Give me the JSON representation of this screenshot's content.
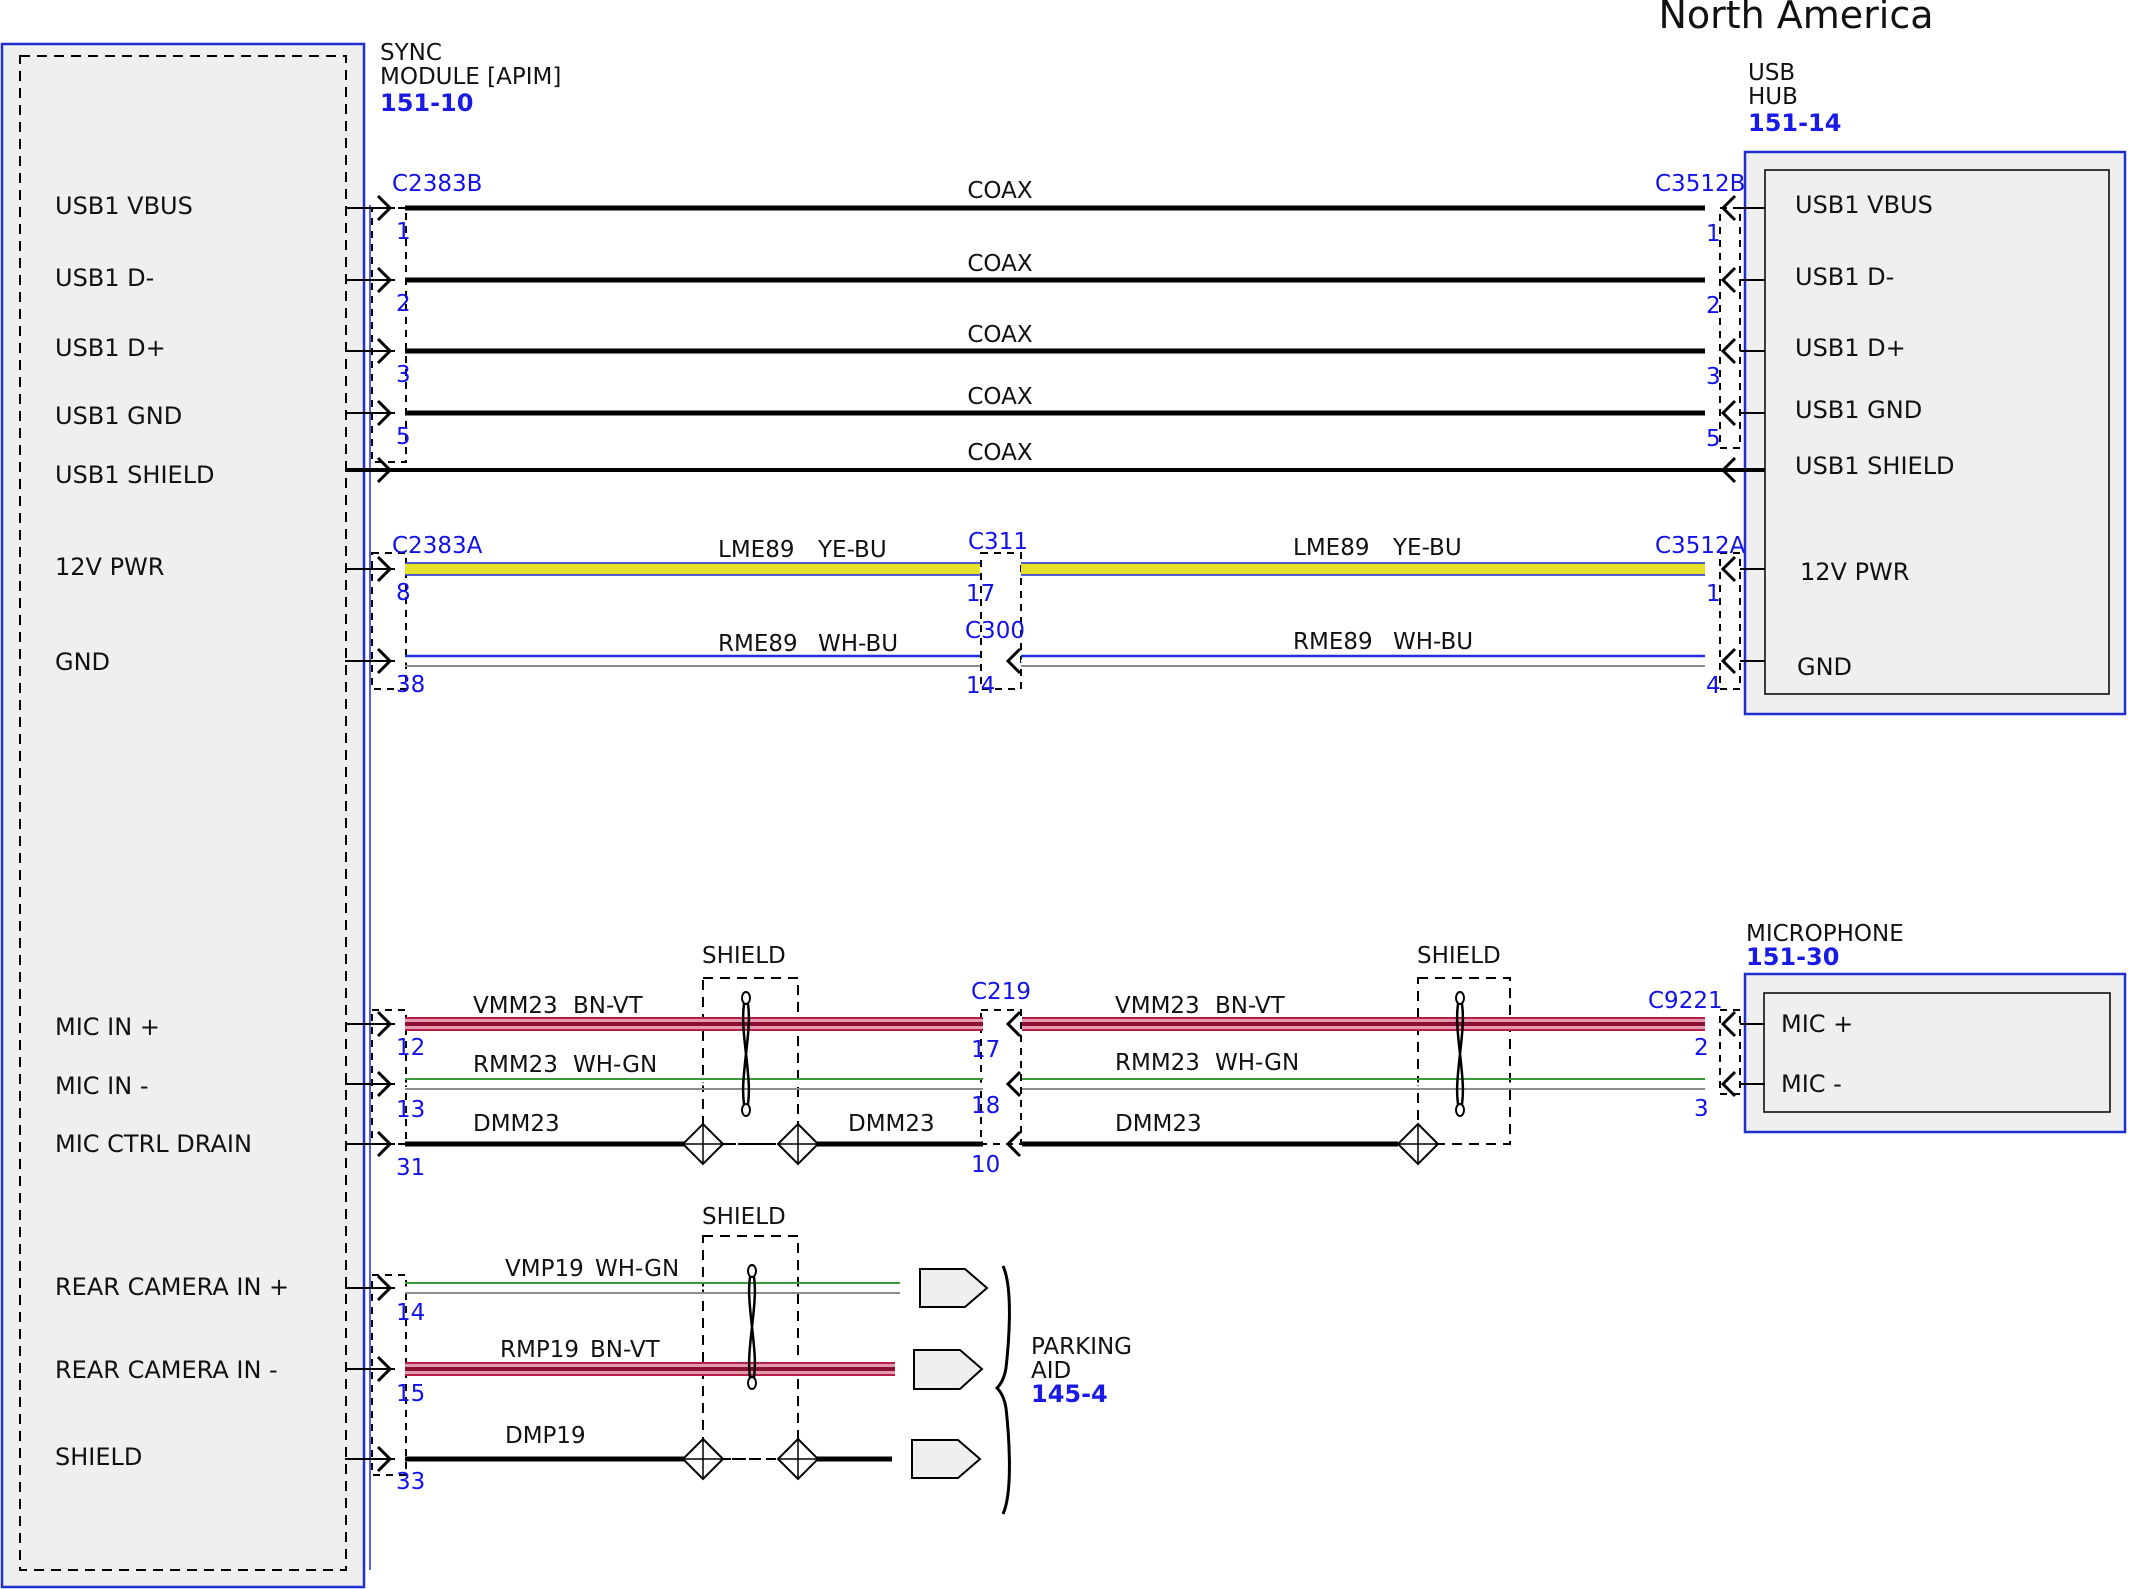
{
  "region": "North America",
  "modules": {
    "sync": {
      "name": "SYNC\nMODULE [APIM]",
      "ref": "151-10"
    },
    "usb_hub": {
      "name": "USB\nHUB",
      "ref": "151-14"
    },
    "microphone": {
      "name": "MICROPHONE",
      "ref": "151-30"
    },
    "parking_aid": {
      "name": "PARKING\nAID",
      "ref": "145-4"
    }
  },
  "connectors": {
    "sync_b": "C2383B",
    "sync_a": "C2383A",
    "hub_b": "C3512B",
    "hub_a": "C3512A",
    "inline_pwr": "C311",
    "inline_gnd": "C300",
    "inline_mic": "C219",
    "mic": "C9221"
  },
  "sync_pins": [
    "USB1 VBUS",
    "USB1 D-",
    "USB1 D+",
    "USB1 GND",
    "USB1 SHIELD",
    "12V PWR",
    "GND",
    "MIC IN +",
    "MIC IN -",
    "MIC CTRL DRAIN",
    "REAR CAMERA IN +",
    "REAR CAMERA IN -",
    "SHIELD"
  ],
  "hub_pins": [
    "USB1 VBUS",
    "USB1 D-",
    "USB1 D+",
    "USB1 GND",
    "USB1 SHIELD",
    "12V PWR",
    "GND"
  ],
  "mic_pins": [
    "MIC +",
    "MIC -"
  ],
  "wires": {
    "coax": "COAX",
    "pwr": {
      "circuit": "LME89",
      "color": "YE-BU"
    },
    "gnd": {
      "circuit": "RME89",
      "color": "WH-BU"
    },
    "mic_plus": {
      "circuit": "VMM23",
      "color": "BN-VT"
    },
    "mic_minus": {
      "circuit": "RMM23",
      "color": "WH-GN"
    },
    "mic_drain": {
      "circuit": "DMM23"
    },
    "cam_plus": {
      "circuit": "VMP19",
      "color": "WH-GN"
    },
    "cam_minus": {
      "circuit": "RMP19",
      "color": "BN-VT"
    },
    "cam_shield": {
      "circuit": "DMP19"
    }
  },
  "pins": {
    "usb_left": [
      "1",
      "2",
      "3",
      "5"
    ],
    "usb_right": [
      "1",
      "2",
      "3",
      "5"
    ],
    "pwr": [
      "8",
      "17",
      "1"
    ],
    "gnd": [
      "38",
      "14",
      "4"
    ],
    "mic_left": [
      "12",
      "13",
      "31"
    ],
    "mic_mid": [
      "17",
      "18",
      "10"
    ],
    "mic_right": [
      "2",
      "3"
    ],
    "cam": [
      "14",
      "15",
      "33"
    ]
  },
  "shield_label": "SHIELD",
  "colors": {
    "module_border": "#1f2fd0",
    "module_fill": "#efefef",
    "pin_text": "#1212e8",
    "wire_black": "#000000",
    "wire_yellow": "#e7e02a",
    "wire_blue": "#1c2fd8",
    "wire_red": "#b51f45",
    "wire_pink": "#e59ab1",
    "wire_green": "#3a9a3a",
    "wire_gray": "#8d8d8d"
  }
}
